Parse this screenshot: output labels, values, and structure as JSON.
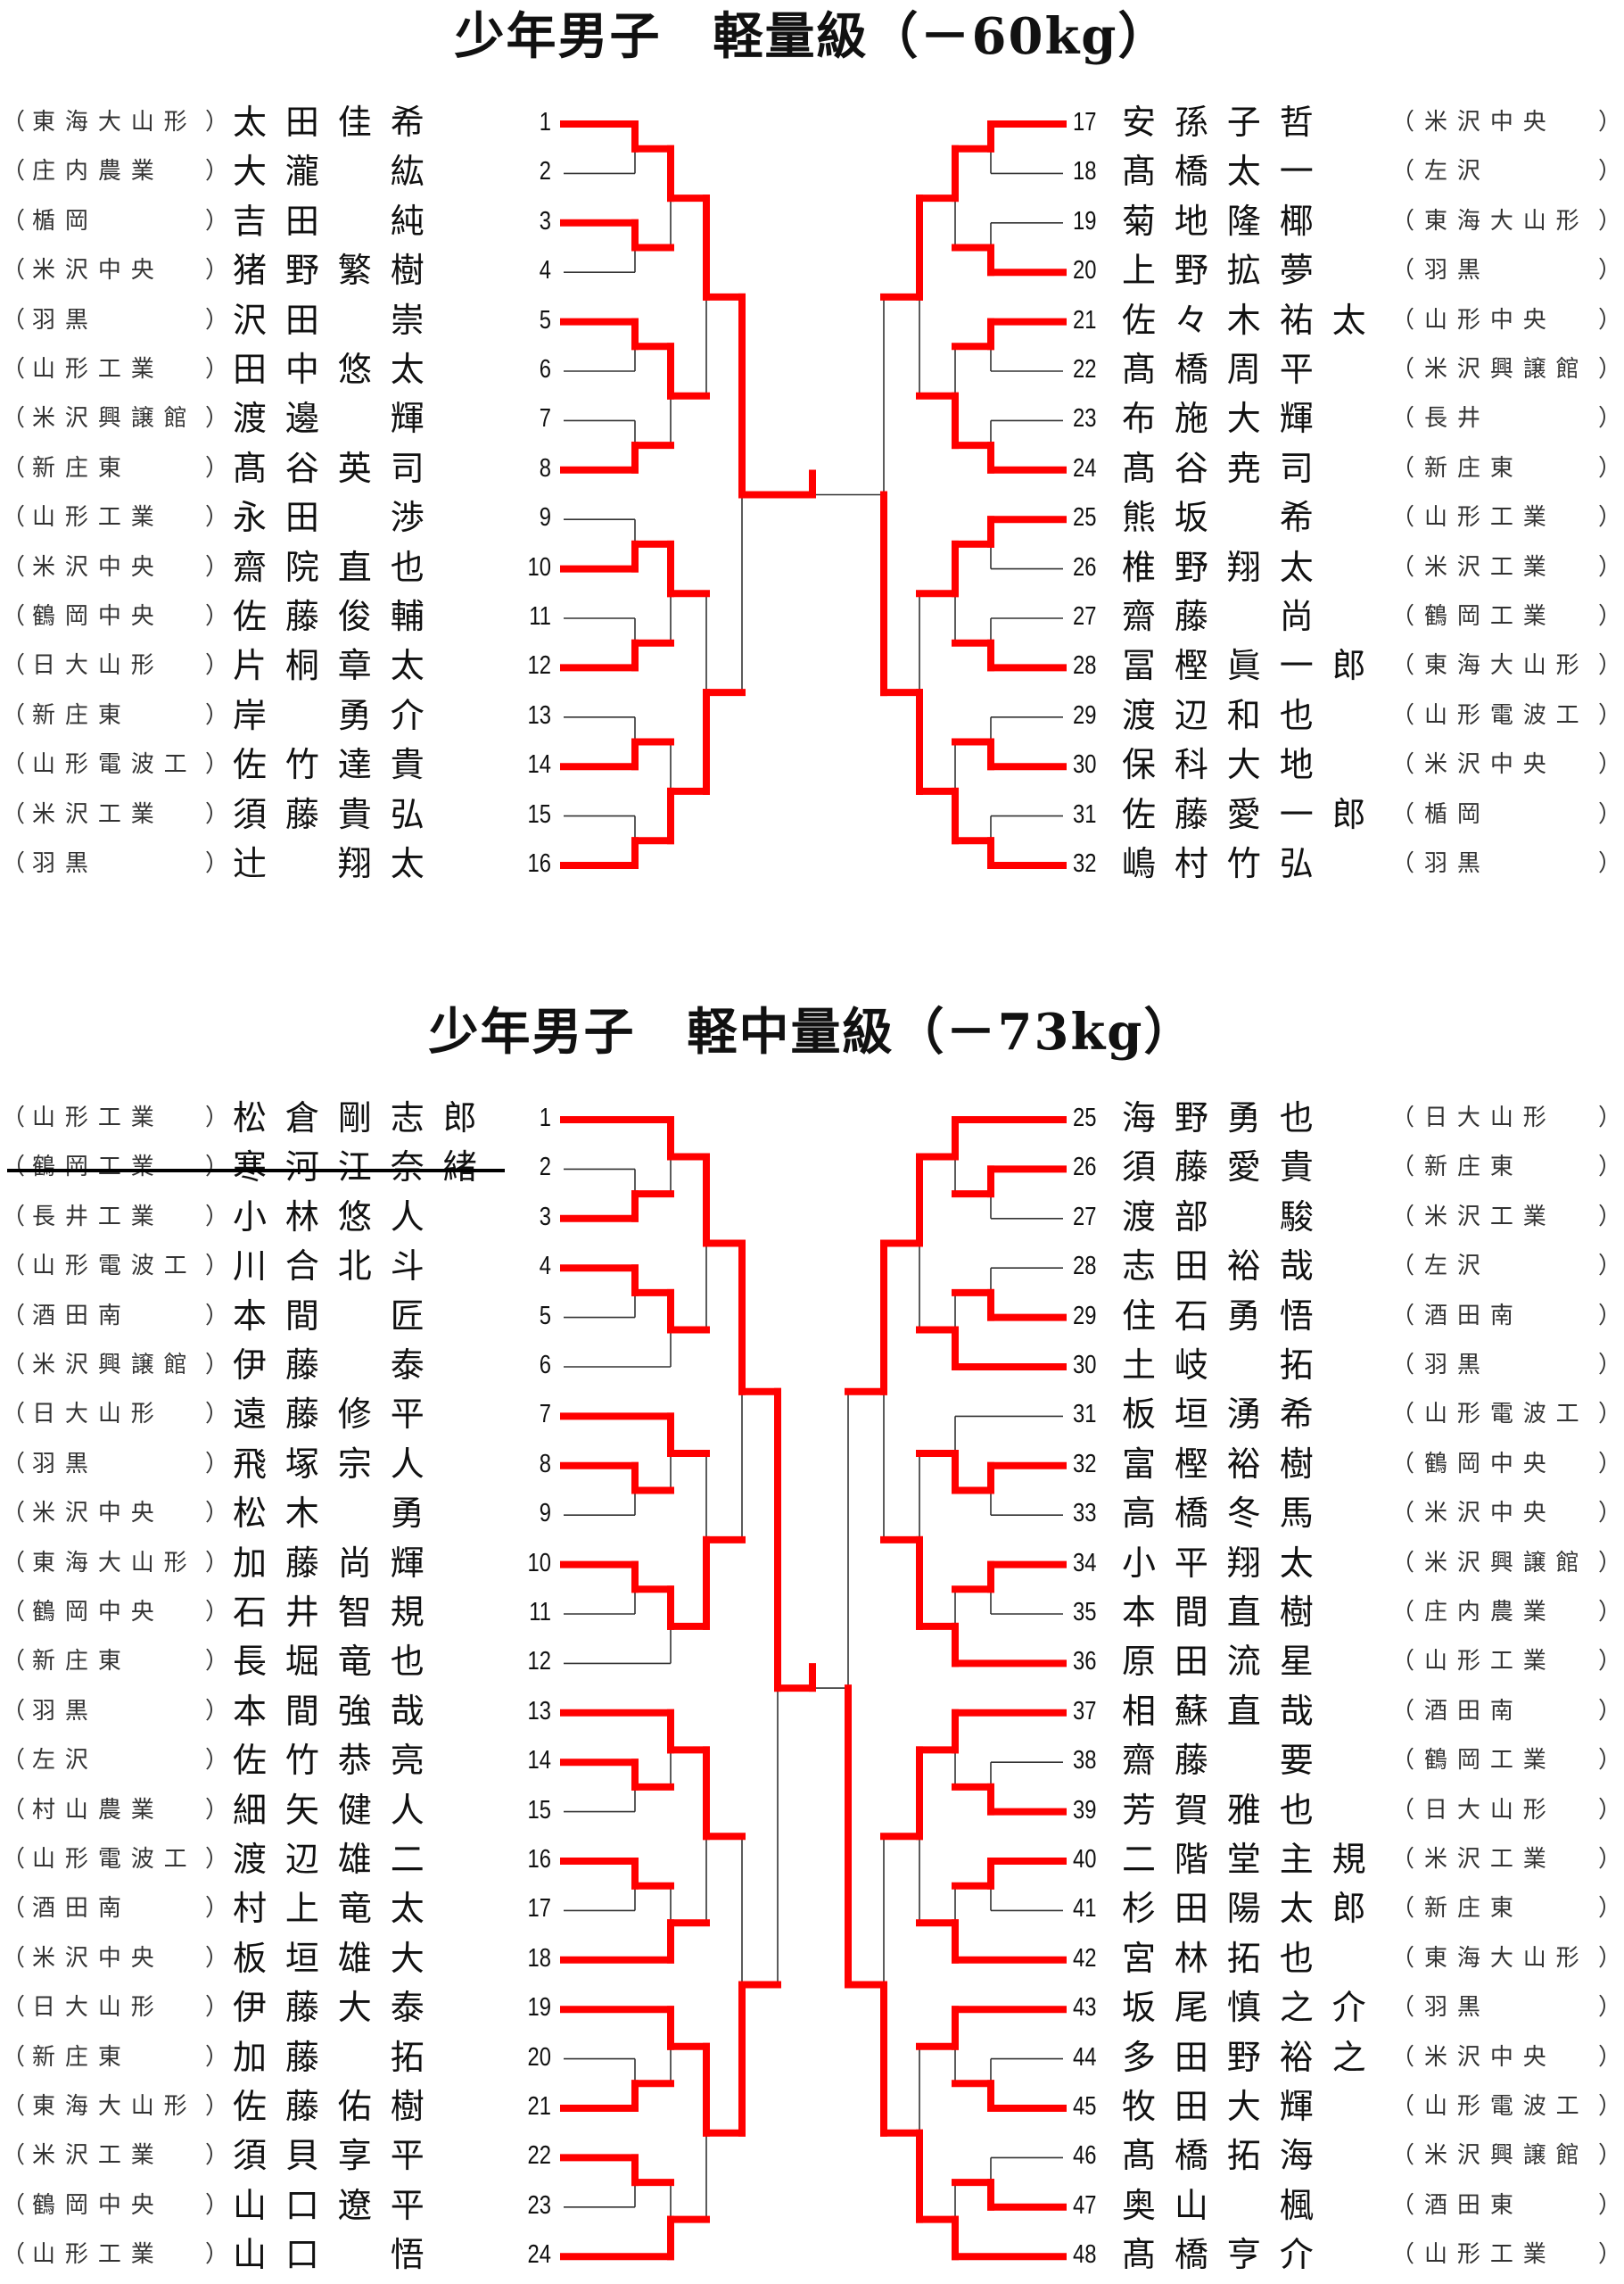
{
  "brackets": [
    {
      "title": "少年男子　軽量級（－60kg）",
      "left": [
        {
          "no": "1",
          "name": "太田佳希",
          "school": "東海大山形"
        },
        {
          "no": "2",
          "name": "大瀧　紘",
          "school": "庄内農業"
        },
        {
          "no": "3",
          "name": "吉田　純",
          "school": "楯岡"
        },
        {
          "no": "4",
          "name": "猪野繁樹",
          "school": "米沢中央"
        },
        {
          "no": "5",
          "name": "沢田　崇",
          "school": "羽黒"
        },
        {
          "no": "6",
          "name": "田中悠太",
          "school": "山形工業"
        },
        {
          "no": "7",
          "name": "渡邊　輝",
          "school": "米沢興譲館"
        },
        {
          "no": "8",
          "name": "髙谷英司",
          "school": "新庄東"
        },
        {
          "no": "9",
          "name": "永田　渉",
          "school": "山形工業"
        },
        {
          "no": "10",
          "name": "齋院直也",
          "school": "米沢中央"
        },
        {
          "no": "11",
          "name": "佐藤俊輔",
          "school": "鶴岡中央"
        },
        {
          "no": "12",
          "name": "片桐章太",
          "school": "日大山形"
        },
        {
          "no": "13",
          "name": "岸　勇介",
          "school": "新庄東"
        },
        {
          "no": "14",
          "name": "佐竹達貴",
          "school": "山形電波工"
        },
        {
          "no": "15",
          "name": "須藤貴弘",
          "school": "米沢工業"
        },
        {
          "no": "16",
          "name": "辻　翔太",
          "school": "羽黒"
        }
      ],
      "right": [
        {
          "no": "17",
          "name": "安孫子哲",
          "school": "米沢中央"
        },
        {
          "no": "18",
          "name": "髙橋太一",
          "school": "左沢"
        },
        {
          "no": "19",
          "name": "菊地隆椰",
          "school": "東海大山形"
        },
        {
          "no": "20",
          "name": "上野拡夢",
          "school": "羽黒"
        },
        {
          "no": "21",
          "name": "佐々木祐太",
          "school": "山形中央"
        },
        {
          "no": "22",
          "name": "髙橋周平",
          "school": "米沢興譲館"
        },
        {
          "no": "23",
          "name": "布施大輝",
          "school": "長井"
        },
        {
          "no": "24",
          "name": "髙谷尭司",
          "school": "新庄東"
        },
        {
          "no": "25",
          "name": "熊坂　希",
          "school": "山形工業"
        },
        {
          "no": "26",
          "name": "椎野翔太",
          "school": "米沢工業"
        },
        {
          "no": "27",
          "name": "齋藤　尚",
          "school": "鶴岡工業"
        },
        {
          "no": "28",
          "name": "冨樫眞一郎",
          "school": "東海大山形"
        },
        {
          "no": "29",
          "name": "渡辺和也",
          "school": "山形電波工"
        },
        {
          "no": "30",
          "name": "保科大地",
          "school": "米沢中央"
        },
        {
          "no": "31",
          "name": "佐藤愛一郎",
          "school": "楯岡"
        },
        {
          "no": "32",
          "name": "嶋村竹弘",
          "school": "羽黒"
        }
      ],
      "left_tree": {
        "w": 0,
        "c": [
          {
            "w": 0,
            "c": [
              {
                "w": 0,
                "c": [
                  {
                    "w": 0,
                    "c": [
                      1,
                      2
                    ]
                  },
                  {
                    "w": 0,
                    "c": [
                      3,
                      4
                    ]
                  }
                ]
              },
              {
                "w": 0,
                "c": [
                  {
                    "w": 0,
                    "c": [
                      5,
                      6
                    ]
                  },
                  {
                    "w": 1,
                    "c": [
                      7,
                      8
                    ]
                  }
                ]
              }
            ]
          },
          {
            "w": 1,
            "c": [
              {
                "w": 0,
                "c": [
                  {
                    "w": 1,
                    "c": [
                      9,
                      10
                    ]
                  },
                  {
                    "w": 1,
                    "c": [
                      11,
                      12
                    ]
                  }
                ]
              },
              {
                "w": 1,
                "c": [
                  {
                    "w": 1,
                    "c": [
                      13,
                      14
                    ]
                  },
                  {
                    "w": 1,
                    "c": [
                      15,
                      16
                    ]
                  }
                ]
              }
            ]
          }
        ]
      },
      "right_tree": {
        "w": 1,
        "c": [
          {
            "w": 0,
            "c": [
              {
                "w": 0,
                "c": [
                  {
                    "w": 0,
                    "c": [
                      17,
                      18
                    ]
                  },
                  {
                    "w": 1,
                    "c": [
                      19,
                      20
                    ]
                  }
                ]
              },
              {
                "w": 1,
                "c": [
                  {
                    "w": 0,
                    "c": [
                      21,
                      22
                    ]
                  },
                  {
                    "w": 1,
                    "c": [
                      23,
                      24
                    ]
                  }
                ]
              }
            ]
          },
          {
            "w": 1,
            "c": [
              {
                "w": 0,
                "c": [
                  {
                    "w": 0,
                    "c": [
                      25,
                      26
                    ]
                  },
                  {
                    "w": 1,
                    "c": [
                      27,
                      28
                    ]
                  }
                ]
              },
              {
                "w": 1,
                "c": [
                  {
                    "w": 1,
                    "c": [
                      29,
                      30
                    ]
                  },
                  {
                    "w": 1,
                    "c": [
                      31,
                      32
                    ]
                  }
                ]
              }
            ]
          }
        ]
      },
      "final_winner": "left"
    },
    {
      "title": "少年男子　軽中量級（－73kg）",
      "left": [
        {
          "no": "1",
          "name": "松倉剛志郎",
          "school": "山形工業"
        },
        {
          "no": "2",
          "name": "寒河江奈緒",
          "school": "鶴岡工業",
          "struck": true
        },
        {
          "no": "3",
          "name": "小林悠人",
          "school": "長井工業"
        },
        {
          "no": "4",
          "name": "川合北斗",
          "school": "山形電波工"
        },
        {
          "no": "5",
          "name": "本間　匠",
          "school": "酒田南"
        },
        {
          "no": "6",
          "name": "伊藤　泰",
          "school": "米沢興譲館"
        },
        {
          "no": "7",
          "name": "遠藤修平",
          "school": "日大山形"
        },
        {
          "no": "8",
          "name": "飛塚宗人",
          "school": "羽黒"
        },
        {
          "no": "9",
          "name": "松木　勇",
          "school": "米沢中央"
        },
        {
          "no": "10",
          "name": "加藤尚輝",
          "school": "東海大山形"
        },
        {
          "no": "11",
          "name": "石井智規",
          "school": "鶴岡中央"
        },
        {
          "no": "12",
          "name": "長堀竜也",
          "school": "新庄東"
        },
        {
          "no": "13",
          "name": "本間強哉",
          "school": "羽黒"
        },
        {
          "no": "14",
          "name": "佐竹恭亮",
          "school": "左沢"
        },
        {
          "no": "15",
          "name": "細矢健人",
          "school": "村山農業"
        },
        {
          "no": "16",
          "name": "渡辺雄二",
          "school": "山形電波工"
        },
        {
          "no": "17",
          "name": "村上竜太",
          "school": "酒田南"
        },
        {
          "no": "18",
          "name": "板垣雄大",
          "school": "米沢中央"
        },
        {
          "no": "19",
          "name": "伊藤大泰",
          "school": "日大山形"
        },
        {
          "no": "20",
          "name": "加藤　拓",
          "school": "新庄東"
        },
        {
          "no": "21",
          "name": "佐藤佑樹",
          "school": "東海大山形"
        },
        {
          "no": "22",
          "name": "須貝享平",
          "school": "米沢工業"
        },
        {
          "no": "23",
          "name": "山口遼平",
          "school": "鶴岡中央"
        },
        {
          "no": "24",
          "name": "山口　悟",
          "school": "山形工業"
        }
      ],
      "right": [
        {
          "no": "25",
          "name": "海野勇也",
          "school": "日大山形"
        },
        {
          "no": "26",
          "name": "須藤愛貴",
          "school": "新庄東"
        },
        {
          "no": "27",
          "name": "渡部　駿",
          "school": "米沢工業"
        },
        {
          "no": "28",
          "name": "志田裕哉",
          "school": "左沢"
        },
        {
          "no": "29",
          "name": "住石勇悟",
          "school": "酒田南"
        },
        {
          "no": "30",
          "name": "土岐　拓",
          "school": "羽黒"
        },
        {
          "no": "31",
          "name": "板垣湧希",
          "school": "山形電波工"
        },
        {
          "no": "32",
          "name": "富樫裕樹",
          "school": "鶴岡中央"
        },
        {
          "no": "33",
          "name": "高橋冬馬",
          "school": "米沢中央"
        },
        {
          "no": "34",
          "name": "小平翔太",
          "school": "米沢興譲館"
        },
        {
          "no": "35",
          "name": "本間直樹",
          "school": "庄内農業"
        },
        {
          "no": "36",
          "name": "原田流星",
          "school": "山形工業"
        },
        {
          "no": "37",
          "name": "相蘇直哉",
          "school": "酒田南"
        },
        {
          "no": "38",
          "name": "齋藤　要",
          "school": "鶴岡工業"
        },
        {
          "no": "39",
          "name": "芳賀雅也",
          "school": "日大山形"
        },
        {
          "no": "40",
          "name": "二階堂主規",
          "school": "米沢工業"
        },
        {
          "no": "41",
          "name": "杉田陽太郎",
          "school": "新庄東"
        },
        {
          "no": "42",
          "name": "宮林拓也",
          "school": "東海大山形"
        },
        {
          "no": "43",
          "name": "坂尾慎之介",
          "school": "羽黒"
        },
        {
          "no": "44",
          "name": "多田野裕之",
          "school": "米沢中央"
        },
        {
          "no": "45",
          "name": "牧田大輝",
          "school": "山形電波工"
        },
        {
          "no": "46",
          "name": "髙橋拓海",
          "school": "米沢興譲館"
        },
        {
          "no": "47",
          "name": "奥山　楓",
          "school": "酒田東"
        },
        {
          "no": "48",
          "name": "髙橋亨介",
          "school": "山形工業"
        }
      ],
      "left_tree": {
        "w": 0,
        "c": [
          {
            "w": 0,
            "c": [
              {
                "w": 0,
                "c": [
                  {
                    "w": 0,
                    "c": [
                      1,
                      {
                        "w": 1,
                        "c": [
                          2,
                          3
                        ]
                      }
                    ]
                  },
                  {
                    "w": 0,
                    "c": [
                      {
                        "w": 0,
                        "c": [
                          4,
                          5
                        ]
                      },
                      6
                    ]
                  }
                ]
              },
              {
                "w": 1,
                "c": [
                  {
                    "w": 0,
                    "c": [
                      7,
                      {
                        "w": 0,
                        "c": [
                          8,
                          9
                        ]
                      }
                    ]
                  },
                  {
                    "w": 0,
                    "c": [
                      {
                        "w": 0,
                        "c": [
                          10,
                          11
                        ]
                      },
                      12
                    ]
                  }
                ]
              }
            ]
          },
          {
            "w": 1,
            "c": [
              {
                "w": 0,
                "c": [
                  {
                    "w": 0,
                    "c": [
                      13,
                      {
                        "w": 0,
                        "c": [
                          14,
                          15
                        ]
                      }
                    ]
                  },
                  {
                    "w": 1,
                    "c": [
                      {
                        "w": 0,
                        "c": [
                          16,
                          17
                        ]
                      },
                      18
                    ]
                  }
                ]
              },
              {
                "w": 0,
                "c": [
                  {
                    "w": 0,
                    "c": [
                      19,
                      {
                        "w": 1,
                        "c": [
                          20,
                          21
                        ]
                      }
                    ]
                  },
                  {
                    "w": 1,
                    "c": [
                      {
                        "w": 0,
                        "c": [
                          22,
                          23
                        ]
                      },
                      24
                    ]
                  }
                ]
              }
            ]
          }
        ]
      },
      "right_tree": {
        "w": 1,
        "c": [
          {
            "w": 0,
            "c": [
              {
                "w": 0,
                "c": [
                  {
                    "w": 0,
                    "c": [
                      25,
                      {
                        "w": 0,
                        "c": [
                          26,
                          27
                        ]
                      }
                    ]
                  },
                  {
                    "w": 1,
                    "c": [
                      {
                        "w": 1,
                        "c": [
                          28,
                          29
                        ]
                      },
                      30
                    ]
                  }
                ]
              },
              {
                "w": 1,
                "c": [
                  {
                    "w": 1,
                    "c": [
                      31,
                      {
                        "w": 0,
                        "c": [
                          32,
                          33
                        ]
                      }
                    ]
                  },
                  {
                    "w": 1,
                    "c": [
                      {
                        "w": 0,
                        "c": [
                          34,
                          35
                        ]
                      },
                      36
                    ]
                  }
                ]
              }
            ]
          },
          {
            "w": 1,
            "c": [
              {
                "w": 0,
                "c": [
                  {
                    "w": 0,
                    "c": [
                      37,
                      {
                        "w": 1,
                        "c": [
                          38,
                          39
                        ]
                      }
                    ]
                  },
                  {
                    "w": 1,
                    "c": [
                      {
                        "w": 0,
                        "c": [
                          40,
                          41
                        ]
                      },
                      42
                    ]
                  }
                ]
              },
              {
                "w": 1,
                "c": [
                  {
                    "w": 0,
                    "c": [
                      43,
                      {
                        "w": 1,
                        "c": [
                          44,
                          45
                        ]
                      }
                    ]
                  },
                  {
                    "w": 1,
                    "c": [
                      {
                        "w": 1,
                        "c": [
                          46,
                          47
                        ]
                      },
                      48
                    ]
                  }
                ]
              }
            ]
          }
        ]
      },
      "final_winner": "left"
    }
  ],
  "colors": {
    "win_line": "#ff0000",
    "line": "#333333",
    "text": "#111111"
  },
  "punct": {
    "open": "（",
    "close": "）"
  }
}
